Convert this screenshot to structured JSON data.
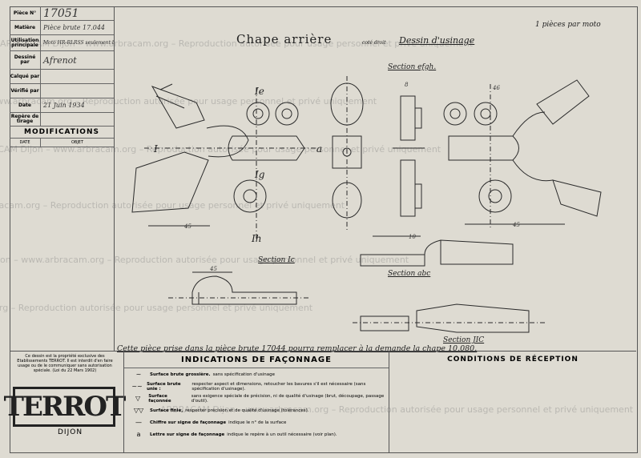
{
  "title_block": {
    "piece_no_label": "Pièce N°",
    "piece_no": "17051",
    "matiere_label": "Matière",
    "matiere": "Pièce brute 17.044",
    "utilisation_label": "Utilisation principale",
    "utilisation": "Moto HR-RLRSS seulement brut",
    "dessine_label": "Dessiné par",
    "dessine": "Afrenot",
    "calque_label": "Calqué par",
    "calque": "",
    "verifie_label": "Vérifié par",
    "verifie": "",
    "date_label": "Date",
    "date": "21 Juin 1934",
    "repere_label": "Repère de tirage",
    "repere": ""
  },
  "modifications": {
    "title": "MODIFICATIONS",
    "col_date": "DATE",
    "col_objet": "OBJET"
  },
  "header": {
    "title": "Chape arrière",
    "side": "coté droit",
    "subtitle": "Dessin d'usinage",
    "quantity": "1 pièces par moto"
  },
  "sections": {
    "efgh": "Section efgh.",
    "ic": "Section Ic",
    "abc": "Section abc",
    "jic": "Section JIC"
  },
  "note": "Cette pièce prise dans la pièce brute 17044 pourra remplacer à la demande la chape 10.080.",
  "legal": "Ce dessin est la propriété exclusive des Etablissements TERROT. Il est interdit d'en faire usage ou de le communiquer sans autorisation spéciale. (Loi du 22 Mars 1902)",
  "brand": {
    "logo": "TERROT",
    "city": "DIJON"
  },
  "indications": {
    "title": "INDICATIONS DE FAÇONNAGE",
    "rows": [
      {
        "sym": "~",
        "bold": "Surface brute grossière.",
        "text": "sans spécification d'usinage"
      },
      {
        "sym": "~~",
        "bold": "Surface brute unie :",
        "text": "respecter aspect et dimensions, retoucher les bavures s'il est nécessaire (sans spécification d'usinage)."
      },
      {
        "sym": "▽",
        "bold": "Surface façonnée",
        "text": "sans exigence spéciale de précision, ni de qualité d'usinage (brut, découpage, passage d'outil)."
      },
      {
        "sym": "▽▽",
        "bold": "Surface finie,",
        "text": "respecter précision et de qualité d'usinage (tolérances)."
      },
      {
        "sym": "—",
        "bold": "Chiffre sur signe de façonnage",
        "text": "indique le n° de la surface"
      },
      {
        "sym": "a",
        "bold": "Lettre sur signe de façonnage",
        "text": "indique le repère à un outil nécessaire (voir plan)."
      }
    ]
  },
  "conditions": {
    "title": "CONDITIONS DE RÉCEPTION"
  },
  "watermark": "ARBRACAM Dijon – www.arbracam.org – Reproduction autorisée pour usage personnel et privé uniquement"
}
